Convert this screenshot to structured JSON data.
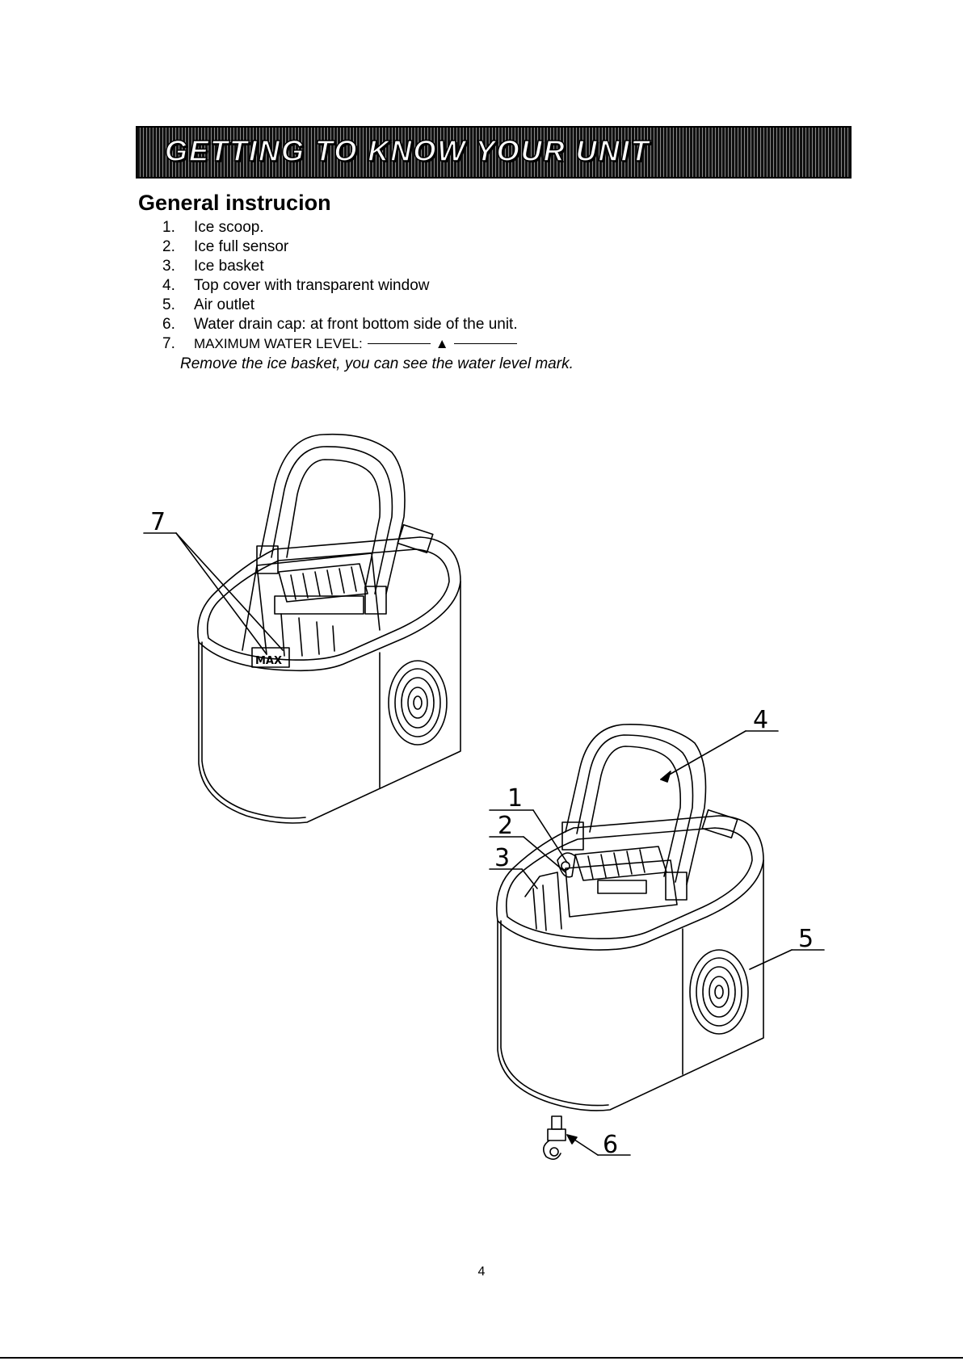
{
  "banner": {
    "title": "GETTING TO KNOW YOUR UNIT"
  },
  "heading": "General instrucion",
  "parts": [
    {
      "num": "1.",
      "text": "Ice scoop."
    },
    {
      "num": "2.",
      "text": "Ice full sensor"
    },
    {
      "num": "3.",
      "text": "Ice basket"
    },
    {
      "num": "4.",
      "text": "Top cover with transparent window"
    },
    {
      "num": "5.",
      "text": "Air outlet"
    },
    {
      "num": "6.",
      "text": "Water drain cap: at front bottom side of the unit."
    },
    {
      "num": "7.",
      "text": "MAXIMUM WATER LEVEL:"
    }
  ],
  "level_mark": "▲",
  "note": "Remove the ice basket, you can see the water level mark.",
  "callouts": {
    "c1": "1",
    "c2": "2",
    "c3": "3",
    "c4": "4",
    "c5": "5",
    "c6": "6",
    "c7": "7"
  },
  "page_number": "4"
}
